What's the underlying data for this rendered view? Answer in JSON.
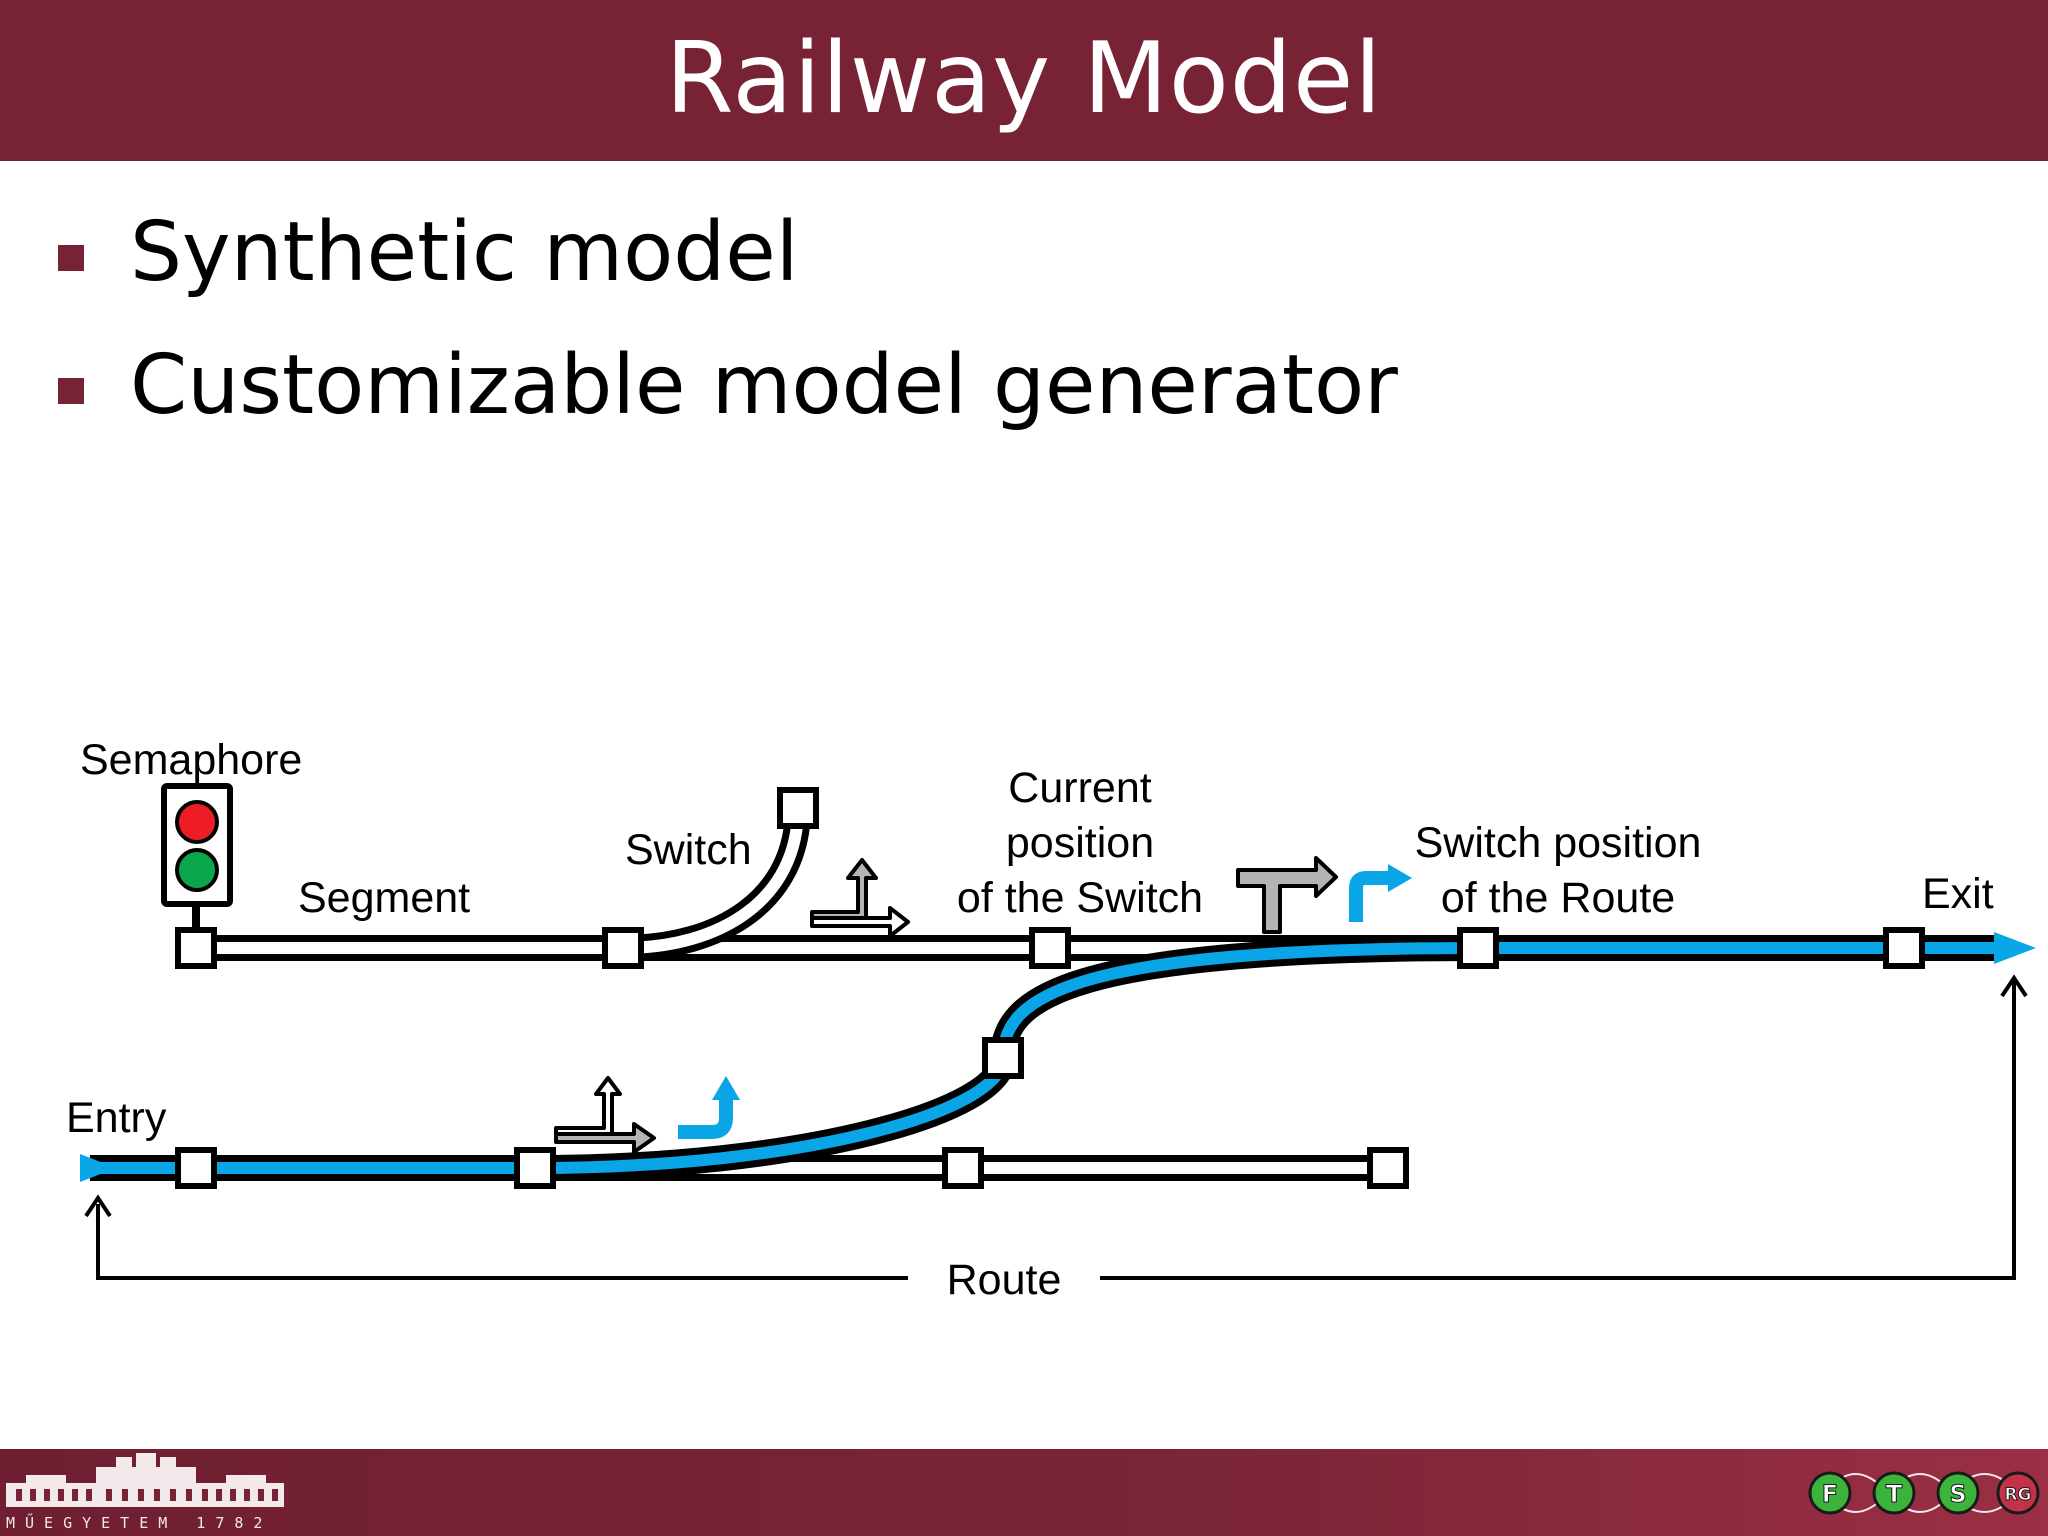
{
  "slide": {
    "title": "Railway Model",
    "bullets": [
      "Synthetic model",
      "Customizable model generator"
    ]
  },
  "diagram": {
    "labels": {
      "semaphore": "Semaphore",
      "segment": "Segment",
      "switch": "Switch",
      "current_position": [
        "Current",
        "position",
        "of the Switch"
      ],
      "switch_position_route": [
        "Switch position",
        "of the Route"
      ],
      "exit": "Exit",
      "entry": "Entry",
      "route": "Route"
    },
    "colors": {
      "route": "#0aa5e6",
      "track_outline": "#000000",
      "semaphore_red": "#ee1c24",
      "semaphore_green": "#0aa64a",
      "arrow_gray": "#b4b4b4"
    }
  },
  "footer": {
    "university": "MŰEGYETEM 1782",
    "logos": [
      "F",
      "T",
      "S",
      "RG"
    ],
    "colors": {
      "bar": "#782236",
      "logo_green": "#3cb43c"
    }
  }
}
